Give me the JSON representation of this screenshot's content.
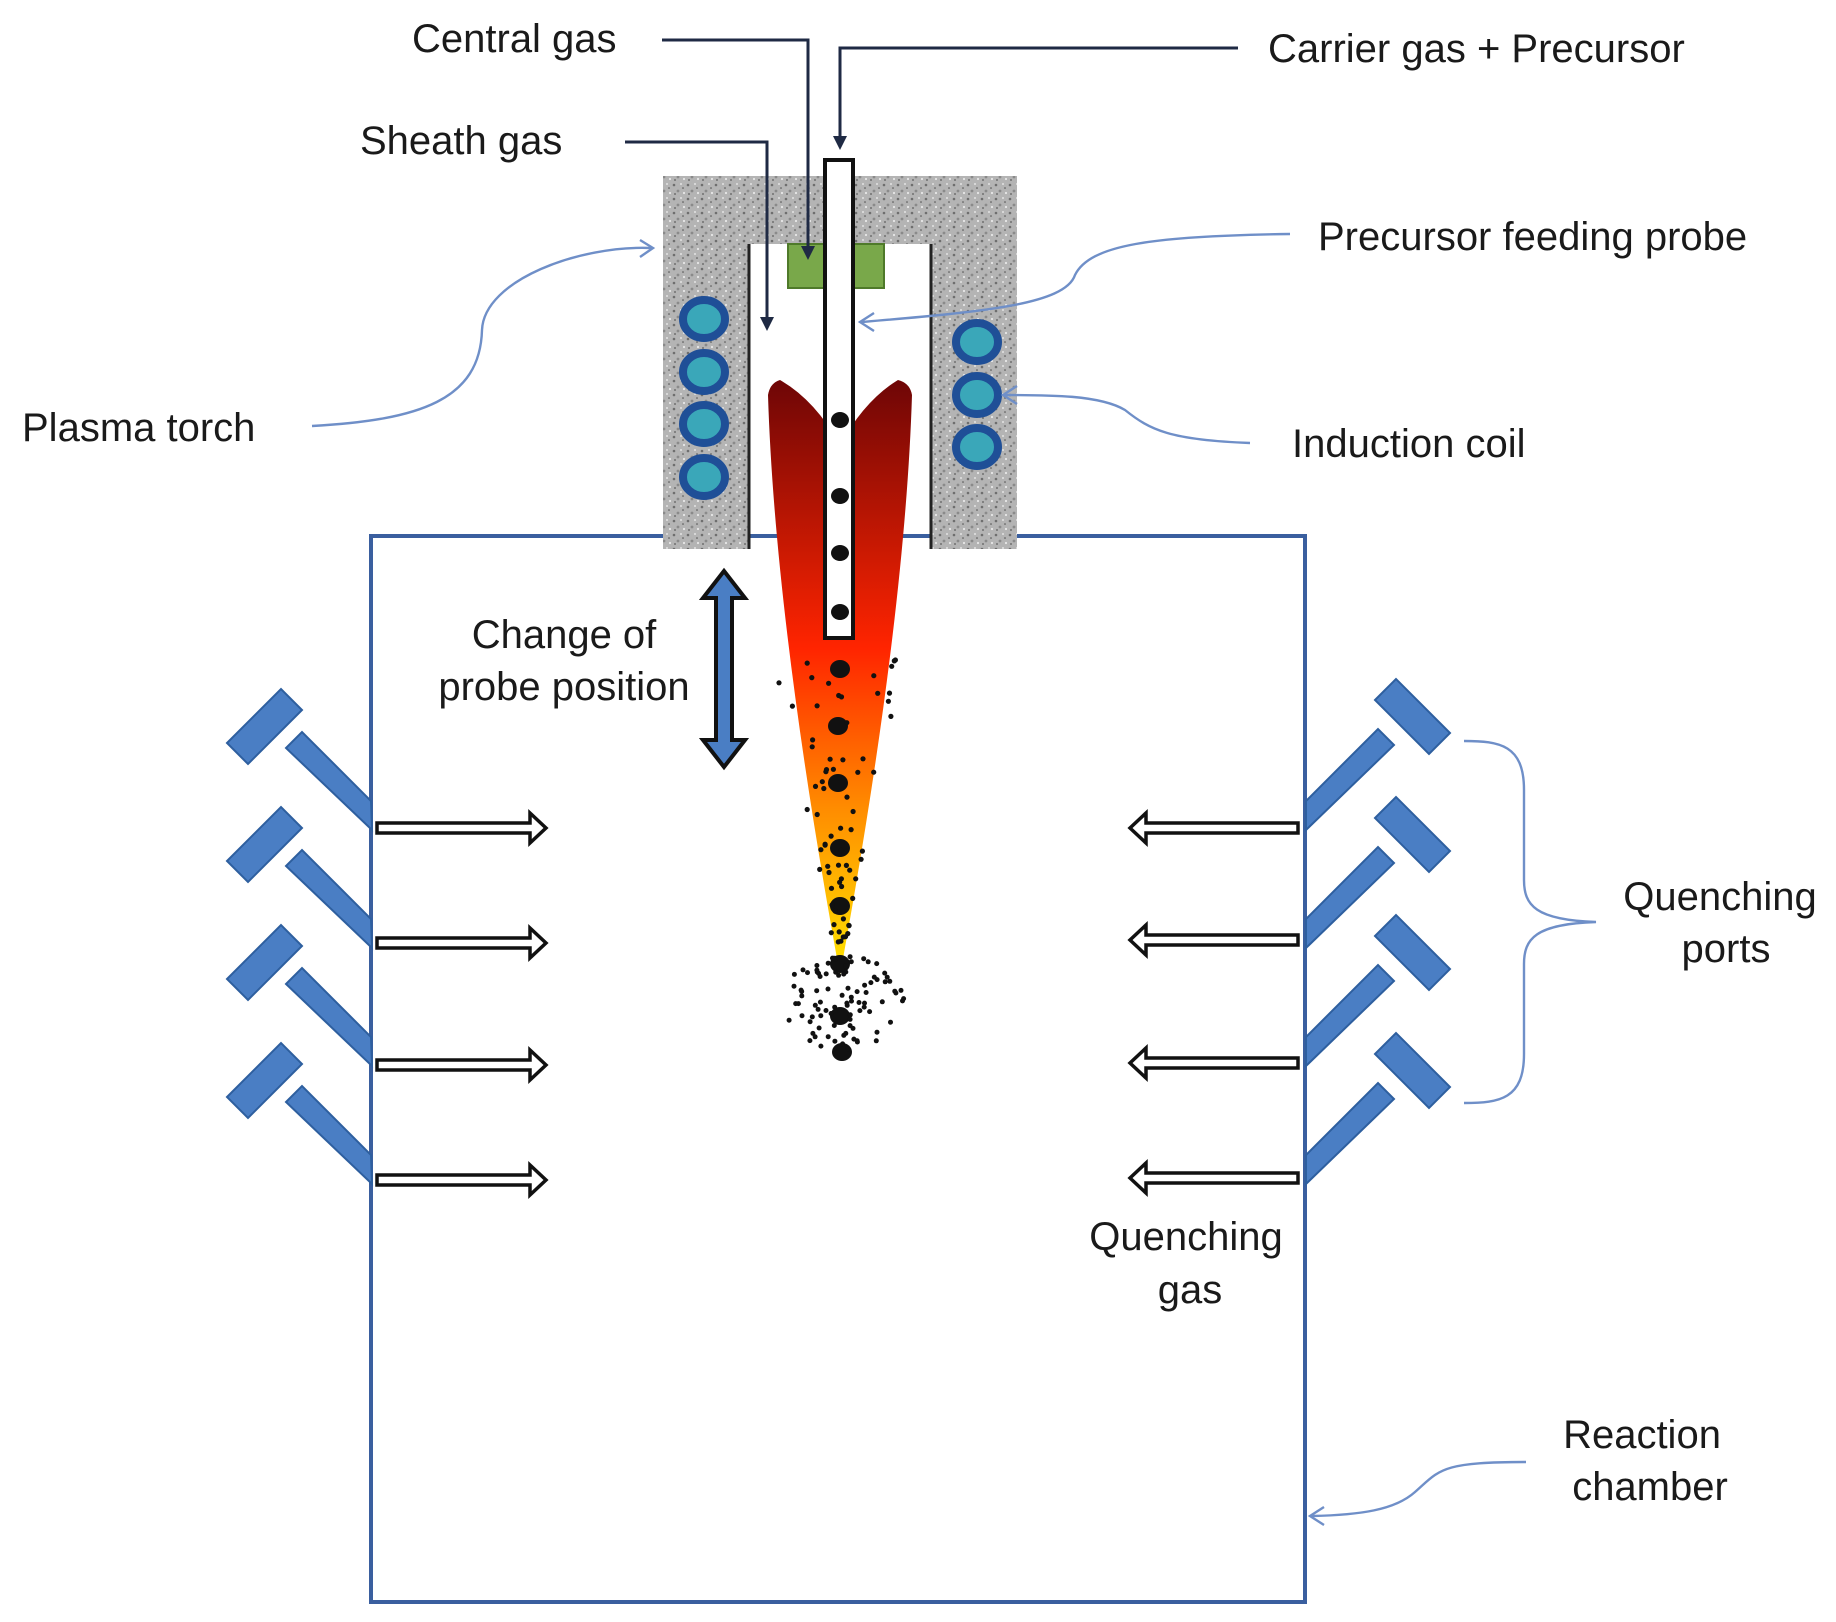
{
  "labels": {
    "central_gas": "Central gas",
    "carrier_gas_precursor": "Carrier gas + Precursor",
    "sheath_gas": "Sheath gas",
    "precursor_feeding_probe": "Precursor feeding probe",
    "plasma_torch": "Plasma torch",
    "induction_coil": "Induction coil",
    "change_of_probe_position": [
      "Change of",
      "probe position"
    ],
    "quenching_ports": [
      "Quenching",
      "ports"
    ],
    "quenching_gas": [
      "Quenching",
      "gas"
    ],
    "reaction_chamber": [
      "Reaction",
      "chamber"
    ]
  },
  "colors": {
    "torch_body": "#a9a9a9",
    "coil_outer": "#1f4f97",
    "coil_inner": "#3aa7b9",
    "central_gas_inlet": "#79a84a",
    "plasma_top": "#7a0a0a",
    "plasma_mid": "#ff2a00",
    "plasma_bottom": "#ffe400",
    "chamber_outline": "#3a5f9f",
    "quenching_port": "#4a7ec4",
    "callout_line": "#6f8fc8",
    "particles": "#111111"
  }
}
